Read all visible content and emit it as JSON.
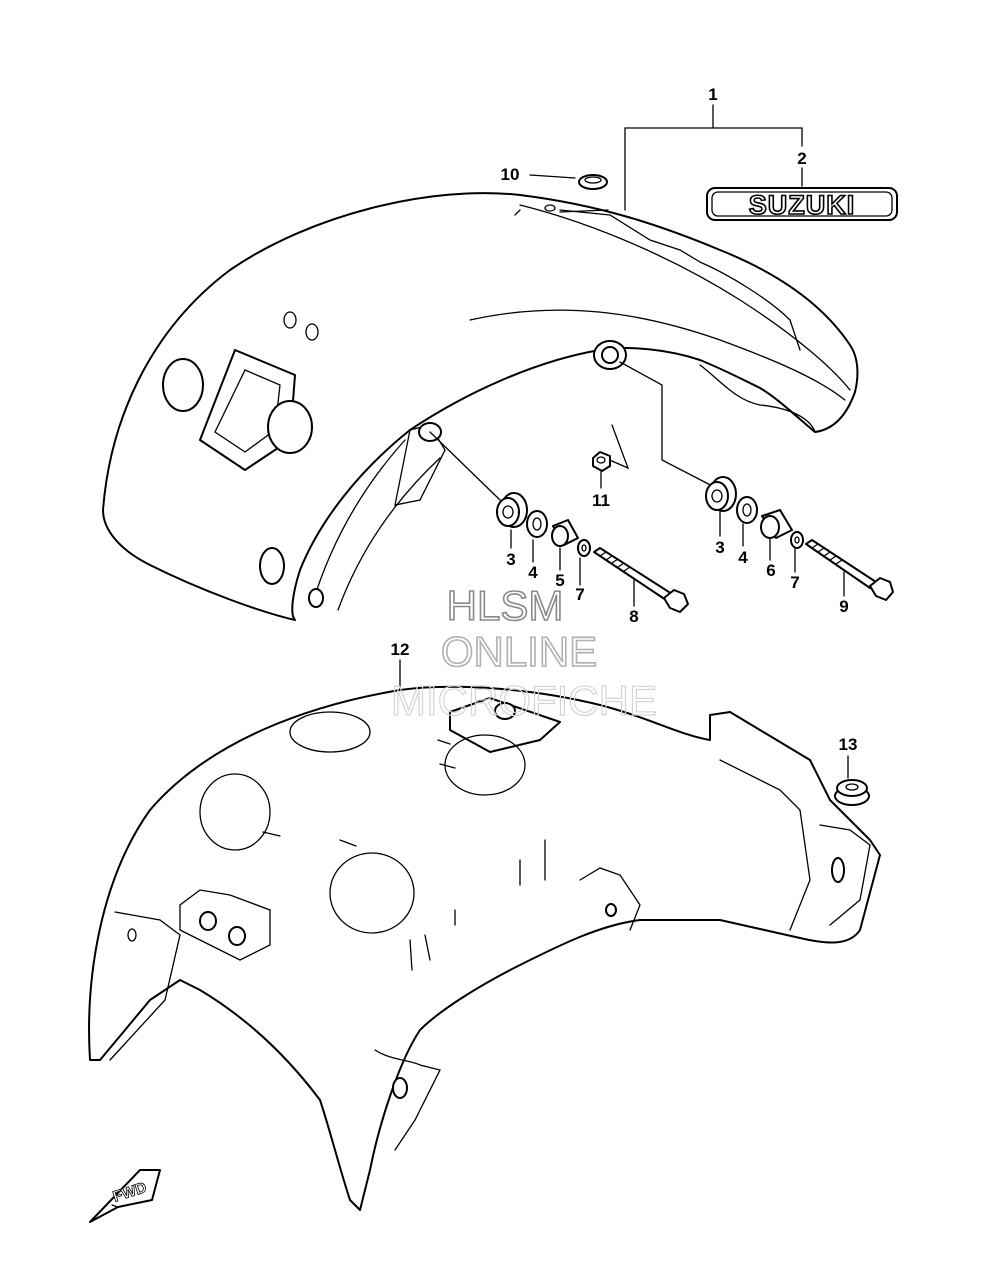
{
  "callouts": {
    "p1": "1",
    "p2": "2",
    "p3a": "3",
    "p3b": "3",
    "p4a": "4",
    "p4b": "4",
    "p5": "5",
    "p6": "6",
    "p7a": "7",
    "p7b": "7",
    "p8": "8",
    "p9": "9",
    "p10": "10",
    "p11": "11",
    "p12": "12",
    "p13": "13"
  },
  "emblem_text": "SUZUKI",
  "fwd_label": "FWD",
  "watermark": {
    "line1": "HLSM",
    "line2": "ONLINE",
    "line3": "MICROFICHE"
  },
  "colors": {
    "line": "#000000",
    "background": "#ffffff",
    "watermark1": "#8a8a8a",
    "watermark2": "#b0b0b0",
    "watermark3": "#d4d4d4"
  }
}
